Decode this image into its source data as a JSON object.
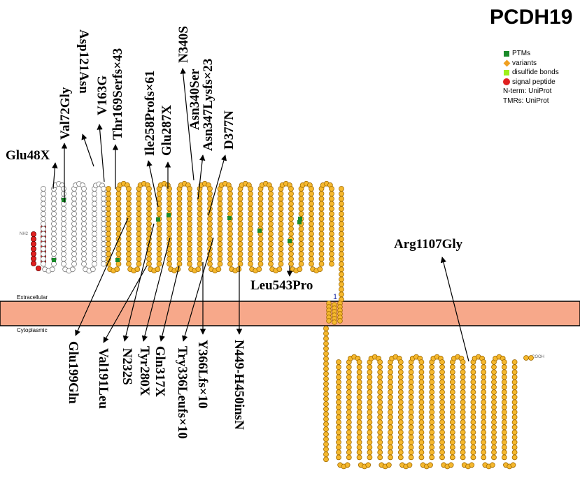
{
  "title": "PCDH19",
  "legend": {
    "ptms": {
      "label": "PTMs",
      "color": "#1a8a2a"
    },
    "variants": {
      "label": "variants",
      "color": "#f0a020"
    },
    "disulfide": {
      "label": "disulfide bonds",
      "color": "#9ef01a"
    },
    "signal": {
      "label": "signal peptide",
      "color": "#e02020"
    },
    "nterm": "N-term: UniProt",
    "tmrs": "TMRs: UniProt"
  },
  "topology": {
    "extracellular": "Extracellular",
    "cytoplasmic": "Cytoplasmic",
    "tm_number": "1",
    "membrane_color": "#f7a88a",
    "residue_color": "#f5b82e",
    "loop_color": "#cccccc"
  },
  "mutations": [
    {
      "id": "m1",
      "label": "Glu48X"
    },
    {
      "id": "m2",
      "label": "Val72Gly"
    },
    {
      "id": "m3",
      "label": "Asp121Asn"
    },
    {
      "id": "m4",
      "label": "V163G"
    },
    {
      "id": "m5",
      "label": "Thr169Serfs×43"
    },
    {
      "id": "m6",
      "label": "Ile258Profs×61"
    },
    {
      "id": "m7",
      "label": "Glu287X"
    },
    {
      "id": "m8",
      "label": "N340S"
    },
    {
      "id": "m9",
      "label": "Asn340Ser"
    },
    {
      "id": "m10",
      "label": "Asn347Lysfs×23"
    },
    {
      "id": "m11",
      "label": "D377N"
    },
    {
      "id": "m12",
      "label": "Leu543Pro"
    },
    {
      "id": "m13",
      "label": "Arg1107Gly"
    },
    {
      "id": "m14",
      "label": "Glu199Gln"
    },
    {
      "id": "m15",
      "label": "Val191Leu"
    },
    {
      "id": "m16",
      "label": "N232S"
    },
    {
      "id": "m17",
      "label": "Tyr280X"
    },
    {
      "id": "m18",
      "label": "Gln317X"
    },
    {
      "id": "m19",
      "label": "Try336Leufs×10"
    },
    {
      "id": "m20",
      "label": "Y366Lfs×10"
    },
    {
      "id": "m21",
      "label": "N449-H450insN"
    }
  ]
}
